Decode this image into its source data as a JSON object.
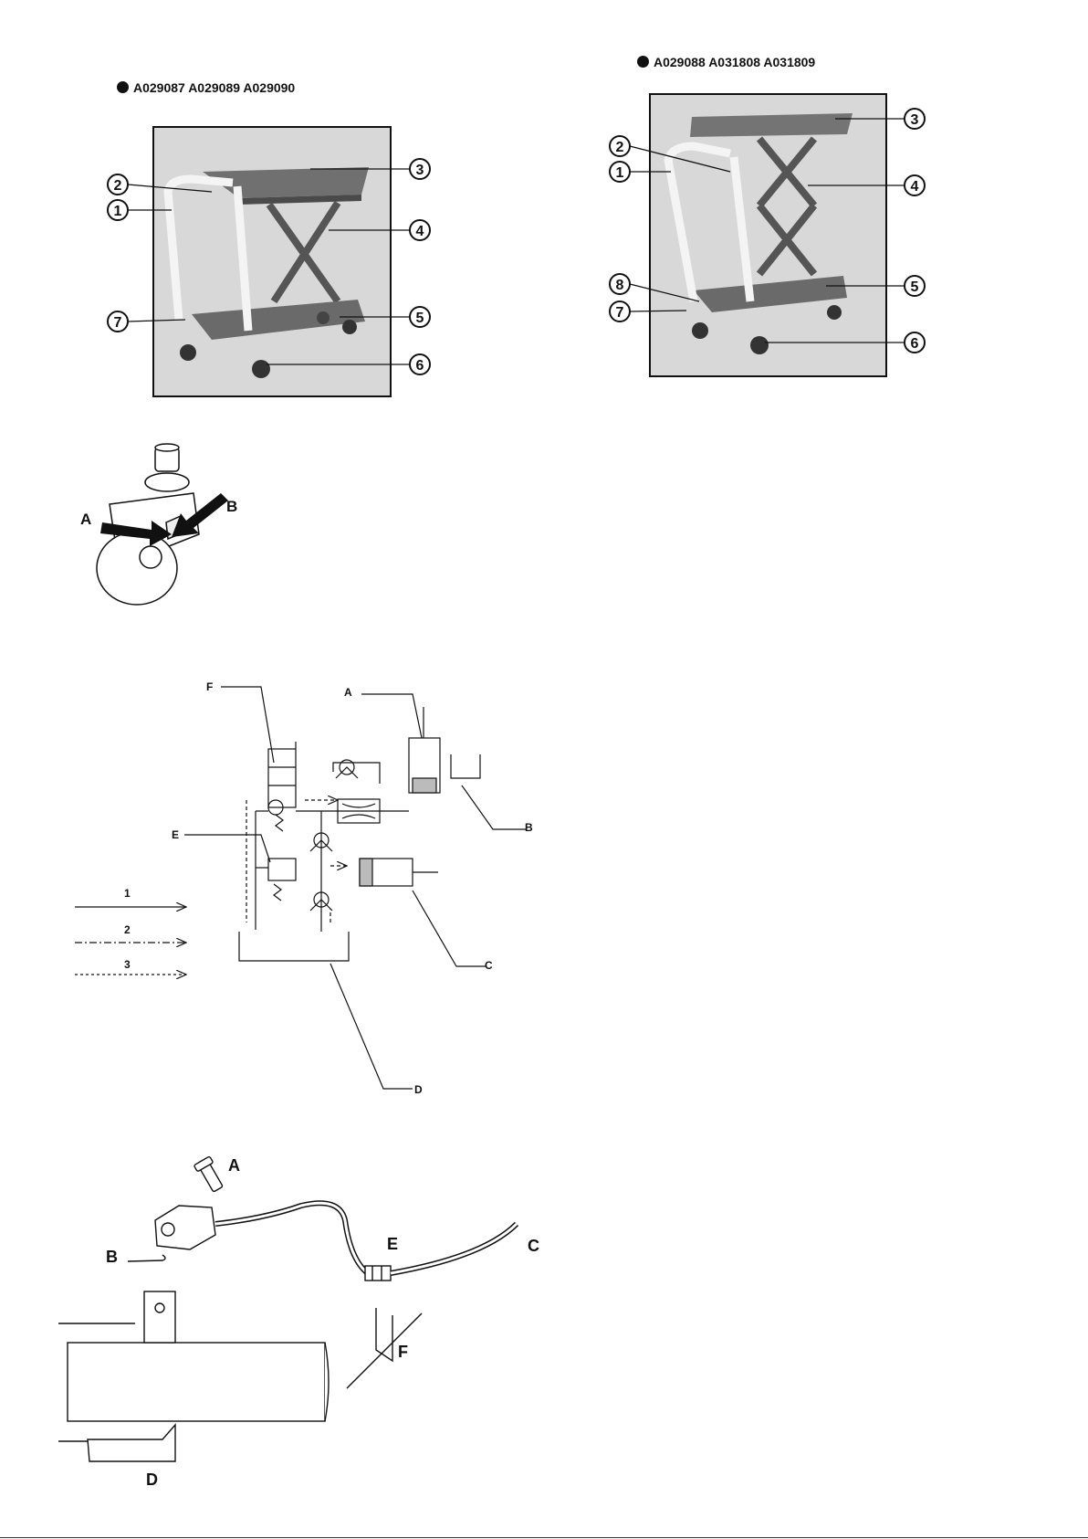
{
  "figure1": {
    "model_codes": "A029087 A029089 A029090",
    "callouts": [
      "1",
      "2",
      "3",
      "4",
      "5",
      "6",
      "7"
    ]
  },
  "figure2": {
    "model_codes": "A029088 A031808 A031809",
    "callouts": [
      "1",
      "2",
      "3",
      "4",
      "5",
      "6",
      "7",
      "8"
    ]
  },
  "caster": {
    "labels": [
      "A",
      "B"
    ]
  },
  "hydraulic": {
    "labels": [
      "A",
      "B",
      "C",
      "D",
      "E",
      "F"
    ],
    "legend": [
      "1",
      "2",
      "3"
    ]
  },
  "assembly": {
    "labels": [
      "A",
      "B",
      "C",
      "D",
      "E",
      "F"
    ]
  }
}
